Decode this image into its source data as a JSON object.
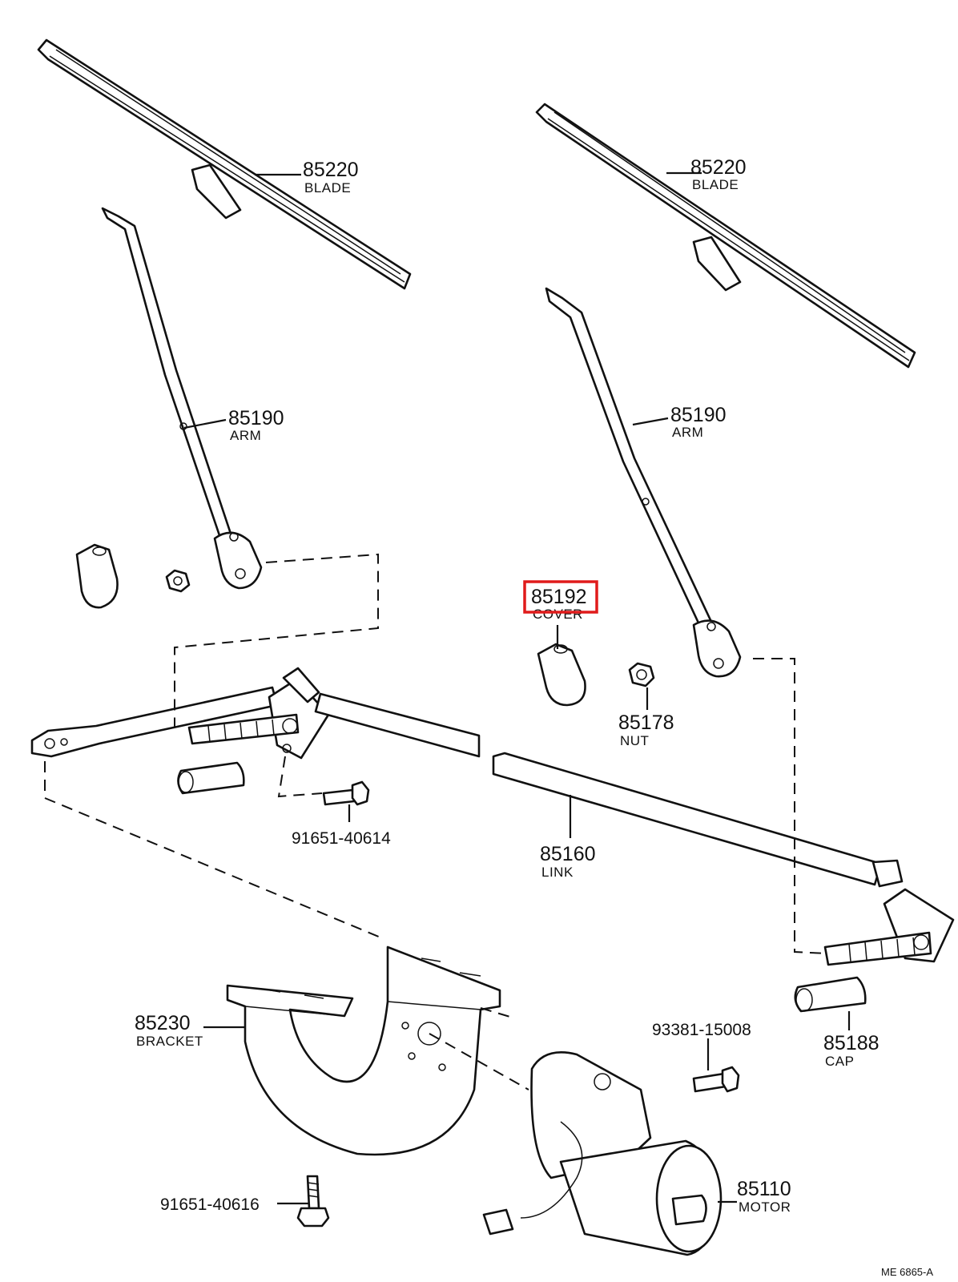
{
  "callouts": {
    "blade_left": {
      "number": "85220",
      "name": "BLADE"
    },
    "blade_right": {
      "number": "85220",
      "name": "BLADE"
    },
    "arm_left": {
      "number": "85190",
      "name": "ARM"
    },
    "arm_right": {
      "number": "85190",
      "name": "ARM"
    },
    "cover": {
      "number": "85192",
      "name": "COVER"
    },
    "nut": {
      "number": "85178",
      "name": "NUT"
    },
    "bolt_a": {
      "number": "91651-40614"
    },
    "link": {
      "number": "85160",
      "name": "LINK"
    },
    "bracket": {
      "number": "85230",
      "name": "BRACKET"
    },
    "screw": {
      "number": "93381-15008"
    },
    "cap": {
      "number": "85188",
      "name": "CAP"
    },
    "bolt_b": {
      "number": "91651-40616"
    },
    "motor": {
      "number": "85110",
      "name": "MOTOR"
    }
  },
  "footer": {
    "code": "ME 6865-A"
  },
  "highlight": {
    "target": "cover",
    "color": "#e01b1b"
  }
}
